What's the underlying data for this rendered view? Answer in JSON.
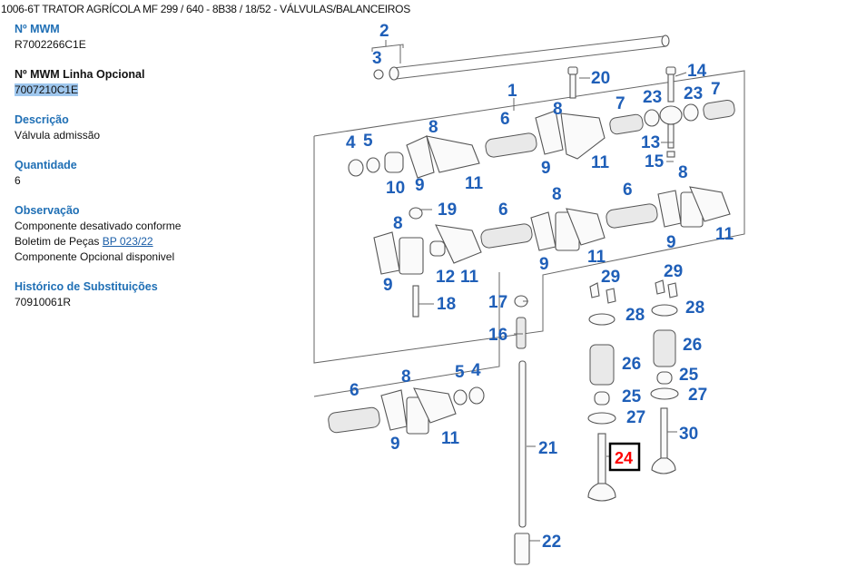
{
  "header": {
    "title": "1006-6T TRATOR AGRÍCOLA MF  299 / 640 - 8B38  /  18/52 - VÁLVULAS/BALANCEIROS"
  },
  "details": {
    "mwm_label": "Nº MWM",
    "mwm_value": "R7002266C1E",
    "optional_label": "Nº MWM Linha Opcional",
    "optional_value": "7007210C1E",
    "description_label": "Descrição",
    "description_value": "Válvula admissão",
    "quantity_label": "Quantidade",
    "quantity_value": "6",
    "observation_label": "Observação",
    "observation_line1": "Componente desativado conforme",
    "observation_line2_prefix": "Boletim de Peças ",
    "observation_link": "BP 023/22",
    "observation_line3": "Componente Opcional disponivel",
    "history_label": "Histórico de Substituições",
    "history_value": "70910061R"
  },
  "diagram": {
    "highlighted_part": "24",
    "highlight_color": "#ff0000",
    "callout_color": "#1f5fb8",
    "callouts": [
      "1",
      "2",
      "3",
      "4",
      "5",
      "6",
      "7",
      "8",
      "9",
      "10",
      "11",
      "12",
      "13",
      "14",
      "15",
      "16",
      "17",
      "18",
      "19",
      "20",
      "21",
      "22",
      "23",
      "25",
      "26",
      "27",
      "28",
      "29",
      "30"
    ]
  }
}
